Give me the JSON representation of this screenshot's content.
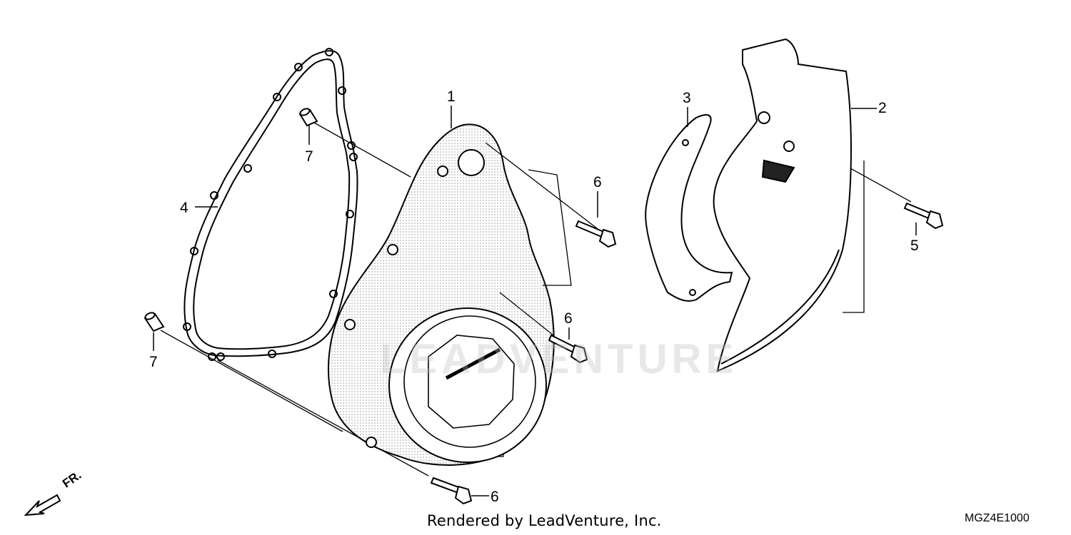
{
  "callouts": [
    {
      "id": "1",
      "text": "1"
    },
    {
      "id": "2",
      "text": "2"
    },
    {
      "id": "3",
      "text": "3"
    },
    {
      "id": "4",
      "text": "4"
    },
    {
      "id": "5",
      "text": "5"
    },
    {
      "id": "6a",
      "text": "6"
    },
    {
      "id": "6b",
      "text": "6"
    },
    {
      "id": "6c",
      "text": "6"
    },
    {
      "id": "7a",
      "text": "7"
    },
    {
      "id": "7b",
      "text": "7"
    }
  ],
  "footer": {
    "credit": "Rendered by LeadVenture, Inc.",
    "diagram_code": "MGZ4E1000"
  },
  "direction_arrow": {
    "label": "FR.",
    "icon": "front-direction-arrow-icon"
  },
  "watermark": {
    "text": "LEADVENTURE"
  },
  "colors": {
    "line": "#000000",
    "shading": "#555555",
    "background": "#ffffff"
  }
}
